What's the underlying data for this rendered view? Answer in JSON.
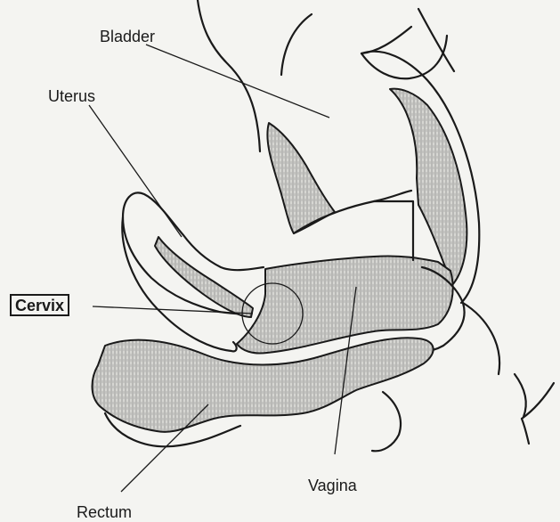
{
  "labels": {
    "bladder": "Bladder",
    "uterus": "Uterus",
    "cervix": "Cervix",
    "vagina": "Vagina",
    "rectum": "Rectum"
  },
  "colors": {
    "background": "#f4f4f1",
    "ink": "#1a1a1a",
    "hatch": "#8a8a8a"
  }
}
